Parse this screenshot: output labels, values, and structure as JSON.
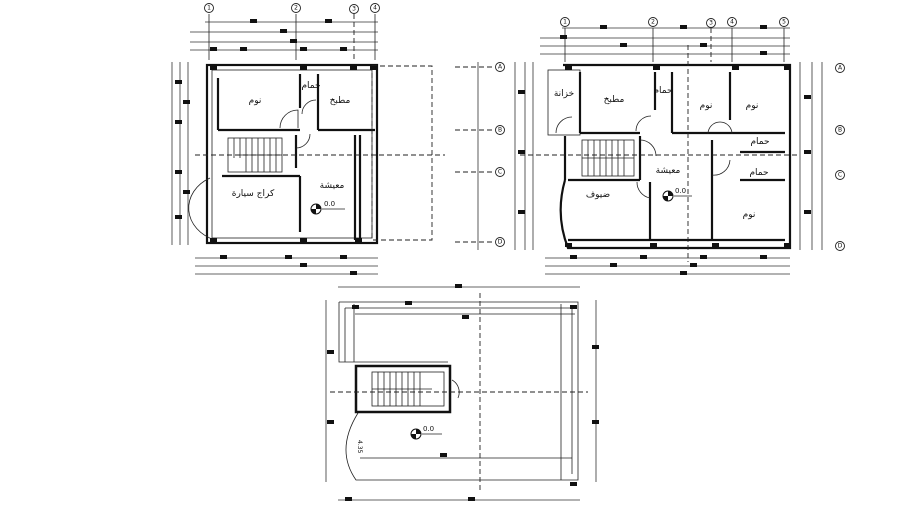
{
  "ground_floor": {
    "grid_top": [
      "1",
      "2",
      "3",
      "4"
    ],
    "rooms": {
      "bedroom": "نوم",
      "kitchen": "مطبخ",
      "bath": "حمام",
      "living": "معيشة",
      "garage": "كراج سيارة"
    },
    "level": "0.0"
  },
  "first_floor": {
    "grid_top": [
      "1",
      "2",
      "3",
      "4",
      "5"
    ],
    "grid_side": [
      "A",
      "B",
      "C",
      "D"
    ],
    "rooms": {
      "store": "خزانة",
      "kitchen": "مطبخ",
      "bath1": "حمام",
      "bedroom1": "نوم",
      "bedroom2": "نوم",
      "bath2": "حمام",
      "bath3": "حمام",
      "living": "معيشة",
      "guest": "ضيوف",
      "bedroom3": "نوم"
    },
    "level": "0.0"
  },
  "roof_plan": {
    "level": "0.0",
    "arc_dim": "4.35"
  },
  "colors": {
    "line": "#111111",
    "background": "#ffffff"
  }
}
